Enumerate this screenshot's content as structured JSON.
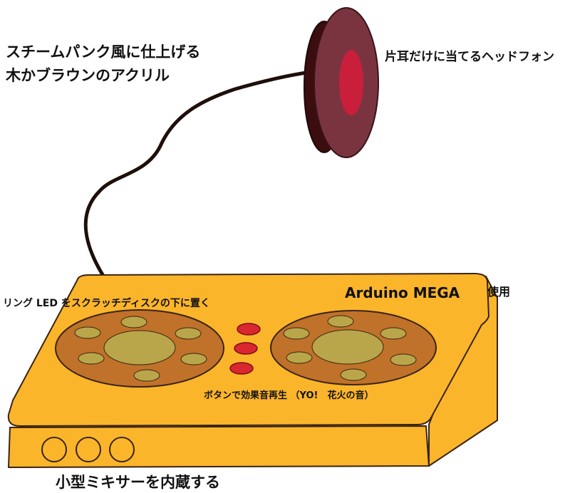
{
  "annotations": {
    "steampunk": "スチームパンク風に仕上げる",
    "material": "木かブラウンのアクリル",
    "headphone": "片耳だけに当てるヘッドフォン",
    "arduino": "Arduino MEGA",
    "arduino_suffix": "使用",
    "ring_led": "リング LED をスクラッチディスクの下に置く",
    "buttons": "ボタンで効果音再生 （YO!　花火の音）",
    "mixer": "小型ミキサーを内蔵する"
  },
  "colors": {
    "case_top": "#fbb52b",
    "case_side": "#fbb52b",
    "outline": "#3a2412",
    "platter": "#c0712a",
    "pad": "#b9a64a",
    "button": "#d9262f",
    "cable": "#1e0f0a",
    "headphone_outer": "#7a3440",
    "headphone_back": "#3b0d0e",
    "headphone_center": "#c91f3a"
  },
  "icons": {
    "knobs": [
      "mixer-knob-icon",
      "mixer-knob-icon",
      "mixer-knob-icon"
    ],
    "headphone": "headphone-icon",
    "turntable": "scratch-disc-icon"
  }
}
